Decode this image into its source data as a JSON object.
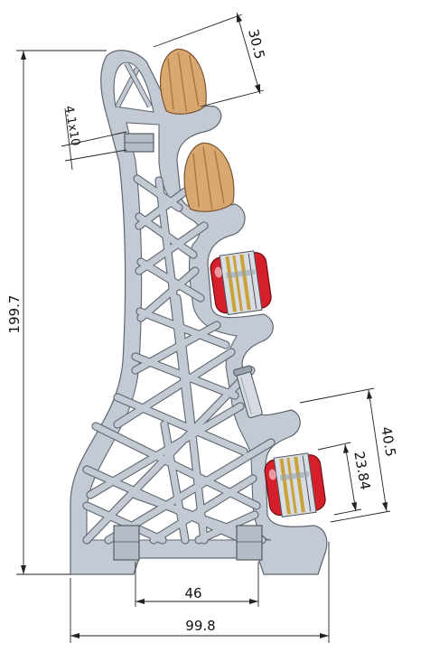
{
  "dimensions": {
    "height_total": "199.7",
    "width_total": "99.8",
    "base_slot": "46",
    "knob_size": "30.5",
    "slot_size": "4.1x10",
    "pocket_upper": "40.5",
    "pocket_lower": "23.84"
  },
  "colors": {
    "frame": "#c3cad3",
    "frame_edge": "#5e6670",
    "knob": "#d9a871",
    "spool_red": "#d5202c",
    "spool_brass": "#c9a23a"
  }
}
